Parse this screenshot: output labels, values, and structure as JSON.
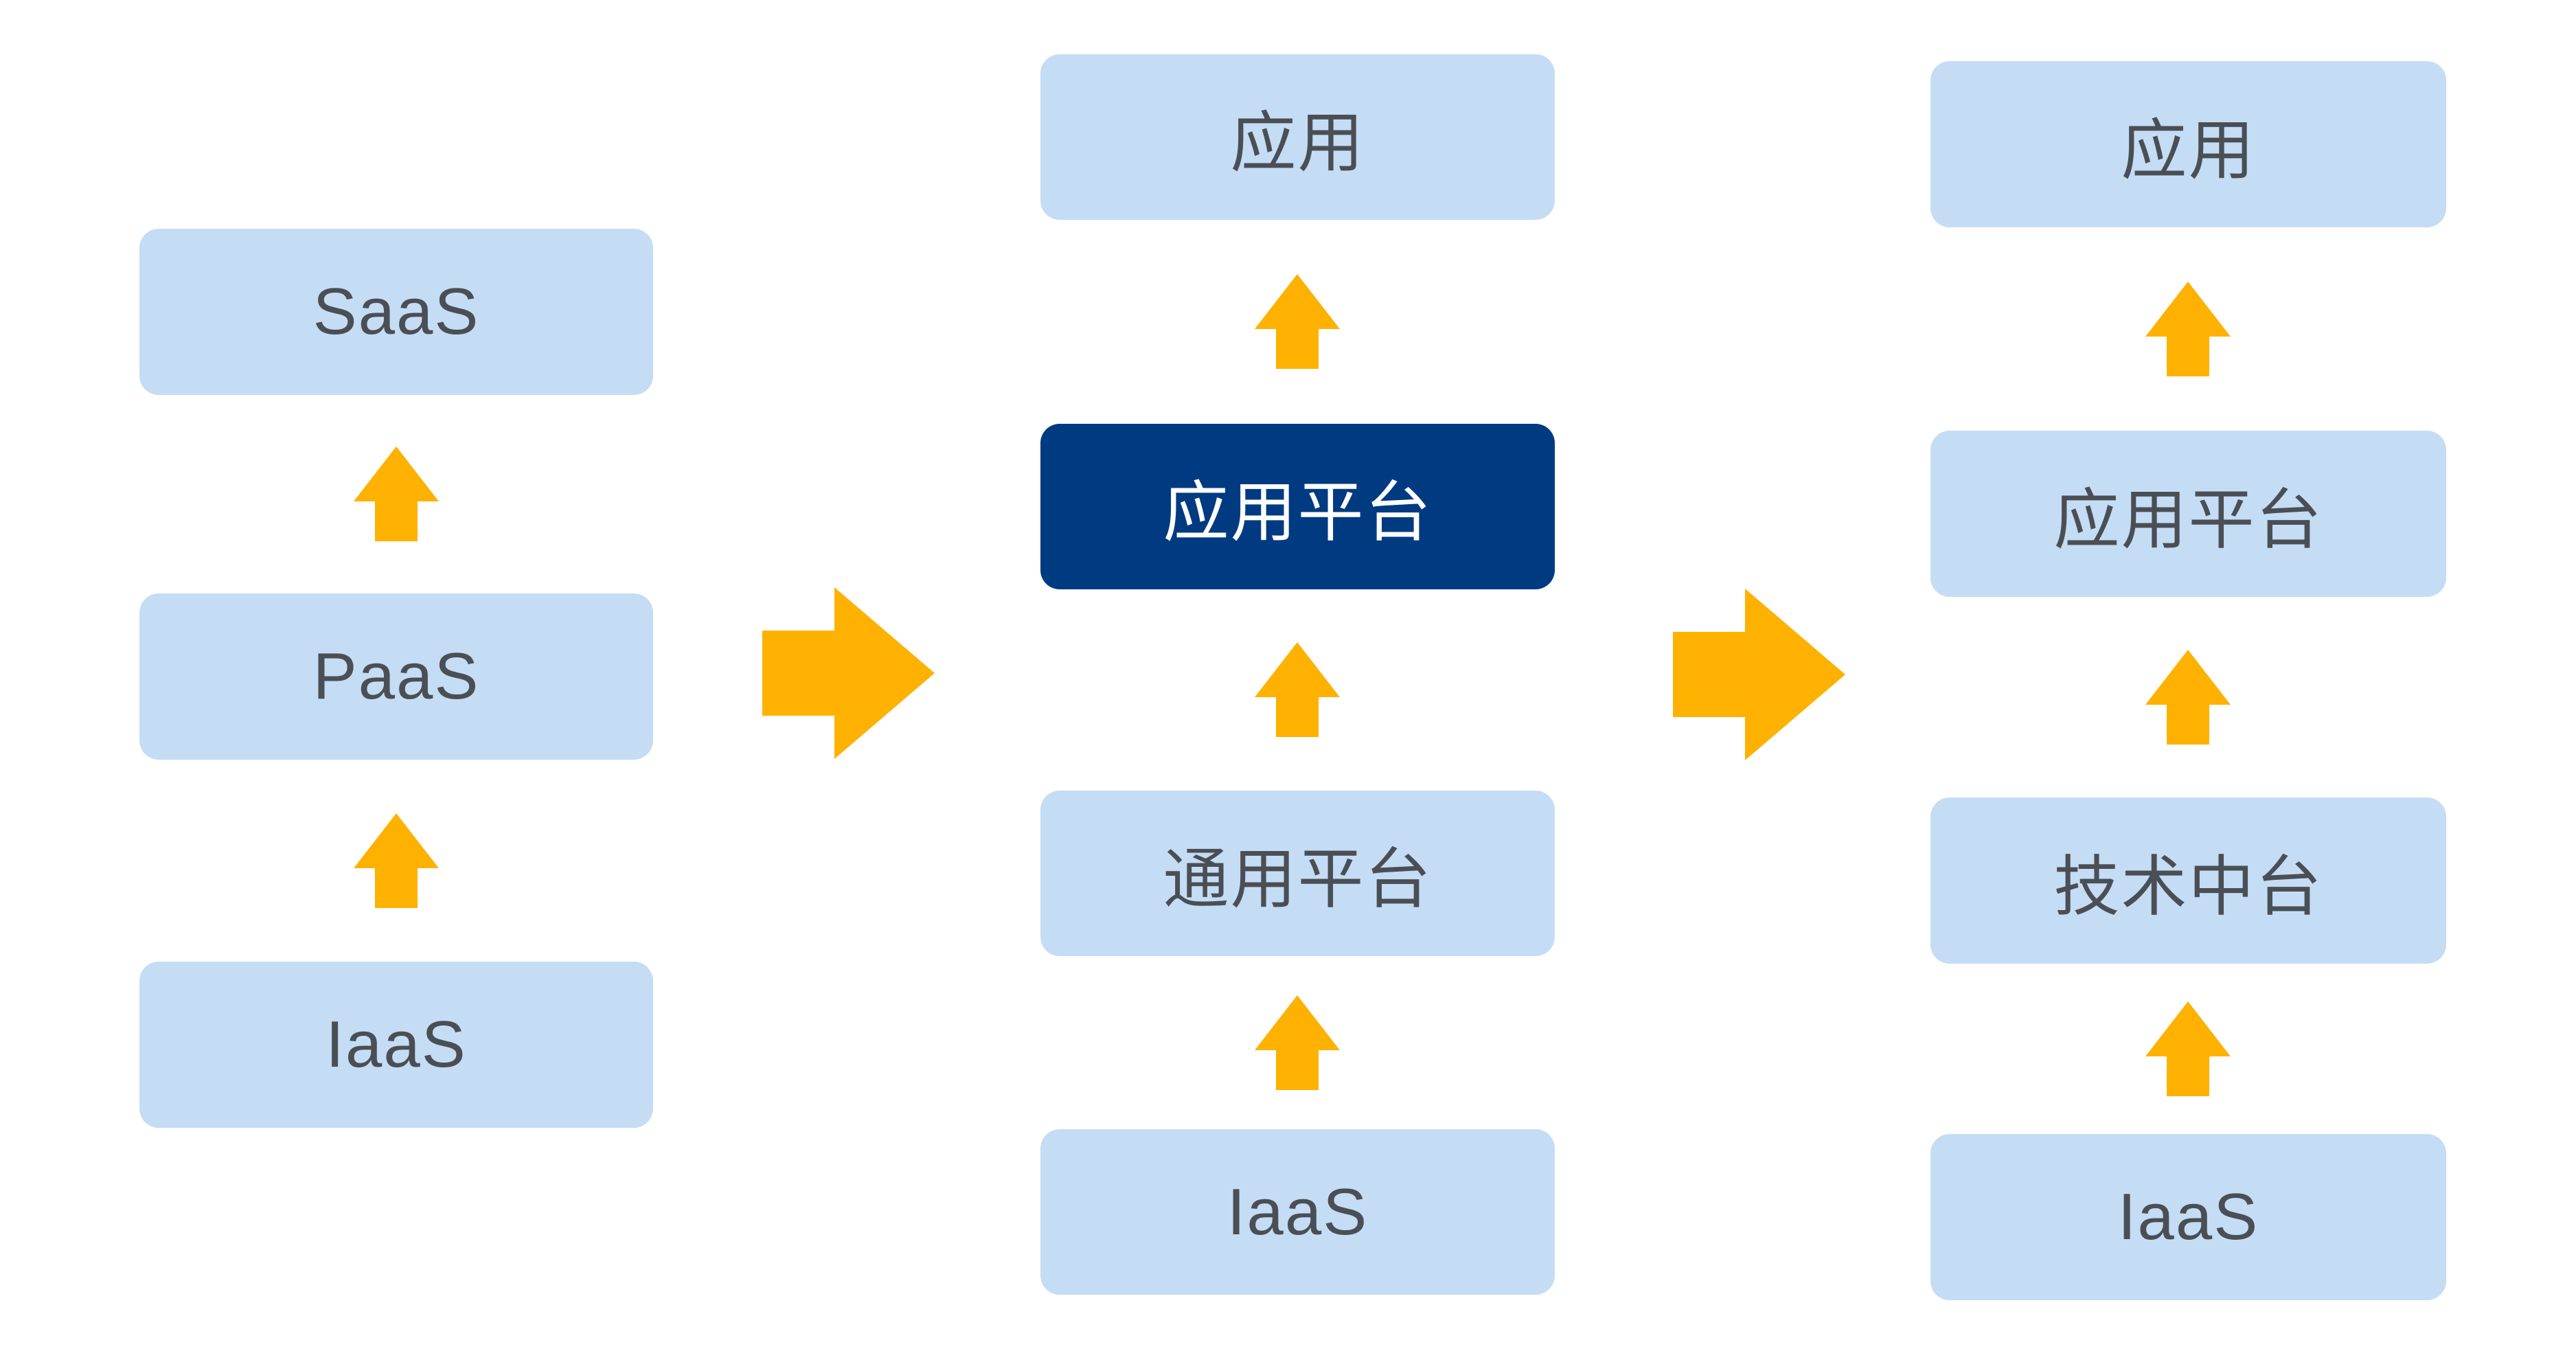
{
  "diagram": {
    "stages": [
      {
        "name": "stage-1",
        "boxes": [
          {
            "label": "SaaS"
          },
          {
            "label": "PaaS"
          },
          {
            "label": "IaaS"
          }
        ]
      },
      {
        "name": "stage-2",
        "boxes": [
          {
            "label": "应用"
          },
          {
            "label": "应用平台",
            "highlight": true
          },
          {
            "label": "通用平台"
          },
          {
            "label": "IaaS"
          }
        ]
      },
      {
        "name": "stage-3",
        "boxes": [
          {
            "label": "应用"
          },
          {
            "label": "应用平台"
          },
          {
            "label": "技术中台"
          },
          {
            "label": "IaaS"
          }
        ]
      }
    ],
    "colors": {
      "box_bg": "#C5DCF5",
      "box_text": "#4A4F55",
      "highlight_bg": "#003B82",
      "highlight_text": "#FFFFFF",
      "arrow": "#FFB100",
      "background": "#FFFFFF"
    }
  }
}
